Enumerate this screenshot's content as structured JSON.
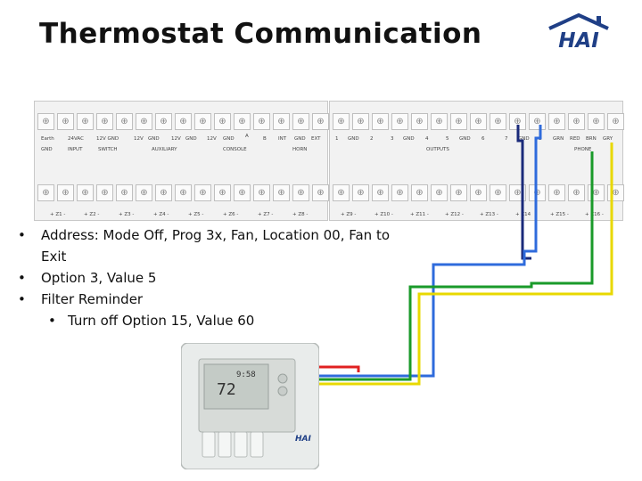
{
  "slide": {
    "title": "Thermostat Communication",
    "logo_text": "HAI"
  },
  "panel_left": {
    "top_labels": [
      "Earth",
      "24VAC",
      "12V GND",
      "12V",
      "GND",
      "12V",
      "GND",
      "12V",
      "GND",
      "A",
      "B",
      "INT",
      "GND",
      "EXT"
    ],
    "group_labels": [
      "GND",
      "INPUT",
      "SWITCH",
      "AUXILIARY",
      "CONSOLE",
      "HORN"
    ],
    "zone_labels": [
      "+ Z1 -",
      "+ Z2 -",
      "+ Z3 -",
      "+ Z4 -",
      "+ Z5 -",
      "+ Z6 -",
      "+ Z7 -",
      "+ Z8 -"
    ]
  },
  "panel_right": {
    "top_labels": [
      "1",
      "GND",
      "2",
      "3",
      "GND",
      "4",
      "5",
      "GND",
      "6",
      "7",
      "GND",
      "8",
      "GRN",
      "RED",
      "BRN",
      "GRY"
    ],
    "group_labels": [
      "OUTPUTS",
      "PHONE"
    ],
    "zone_labels": [
      "+ Z9 -",
      "+ Z10 -",
      "+ Z11 -",
      "+ Z12 -",
      "+ Z13 -",
      "+ Z14",
      "+ Z15 -",
      "+ Z16 -"
    ]
  },
  "bullets": [
    {
      "level": 1,
      "text": "Address: Mode Off, Prog 3x, Fan, Location 00, Fan to Exit"
    },
    {
      "level": 1,
      "text": "Option 3, Value 5"
    },
    {
      "level": 1,
      "text": "Filter Reminder"
    },
    {
      "level": 2,
      "text": "Turn off Option 15, Value 60"
    }
  ],
  "thermostat": {
    "temperature": "72",
    "clock": "9:58",
    "logo": "HAI"
  },
  "wire_colors": {
    "blue": "#2f6bdc",
    "green": "#1a9a2a",
    "yellow": "#e8d800",
    "red": "#e02020",
    "navy": "#1a2a7a"
  }
}
